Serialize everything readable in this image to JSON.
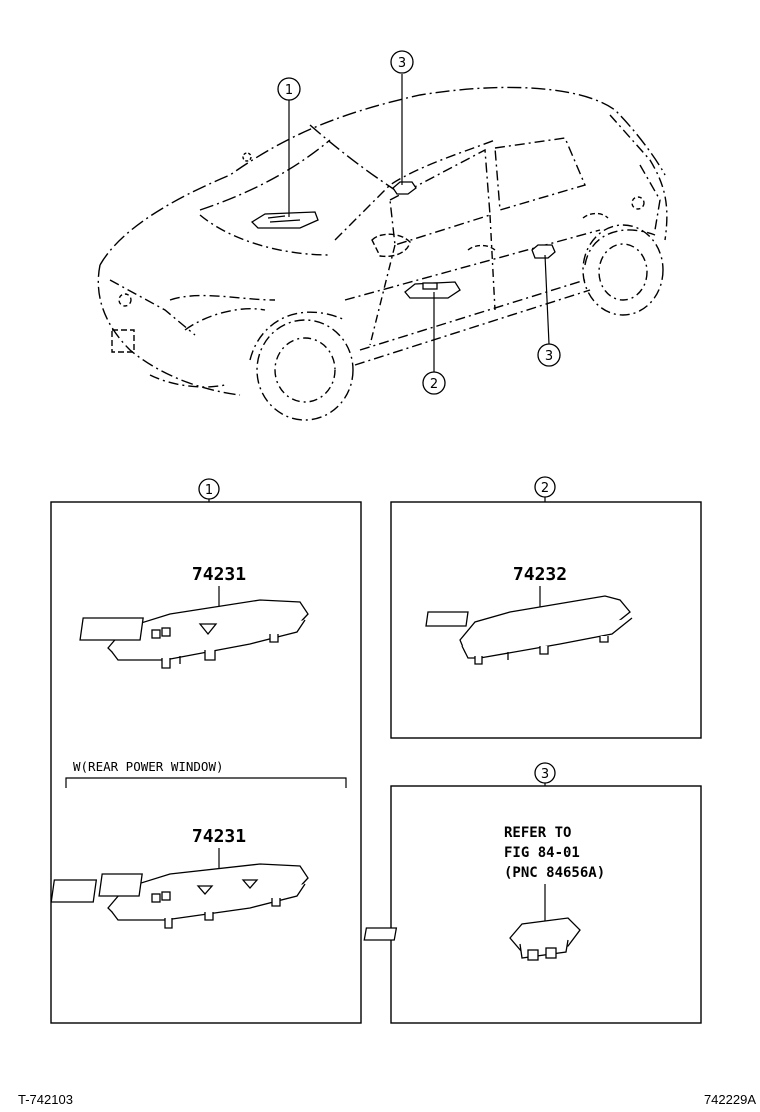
{
  "callouts": {
    "c1": "1",
    "c2": "2",
    "c3": "3"
  },
  "panel1": {
    "part_top": "74231",
    "variant_label": "W(REAR POWER WINDOW)",
    "part_bottom": "74231"
  },
  "panel2": {
    "part": "74232"
  },
  "panel3": {
    "note_line1": "REFER TO",
    "note_line2": "FIG 84-01",
    "note_line3": "(PNC 84656A)"
  },
  "footer": {
    "left_code": "T-742103",
    "right_code": "742229A"
  }
}
